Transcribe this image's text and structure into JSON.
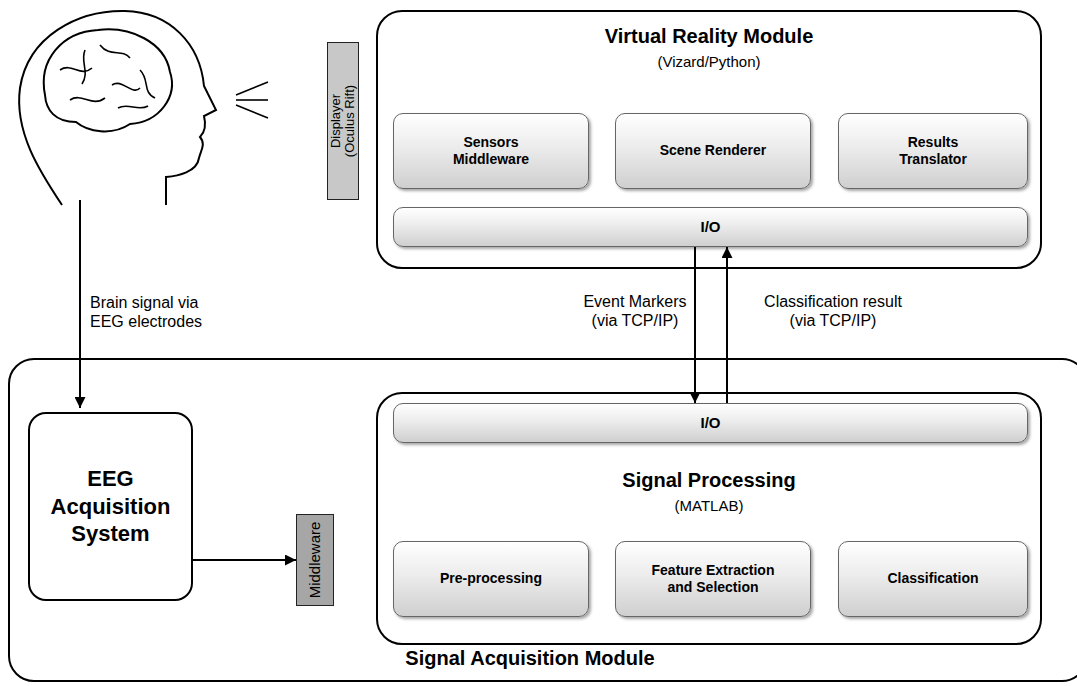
{
  "diagram": {
    "nodes": [
      {
        "text": [
          "Virtual Reality Module",
          "(Vizard/Python)"
        ]
      },
      {
        "text": [
          "Sensors Middleware"
        ],
        "in": 0
      },
      {
        "text": [
          "Scene Renderer"
        ],
        "in": 0
      },
      {
        "text": [
          "Results Translator"
        ],
        "in": 0
      },
      {
        "text": [
          "I/O"
        ],
        "in": 0
      },
      {
        "text": [
          "Displayer (Oculus Rift)"
        ]
      },
      {
        "text": [
          "Signal Acquisition Module"
        ]
      },
      {
        "text": [
          "EEG Acquisition System"
        ],
        "in": 6
      },
      {
        "text": [
          "Middleware"
        ],
        "in": 6
      },
      {
        "text": [
          "Signal Processing",
          "(MATLAB)"
        ],
        "in": 6
      },
      {
        "text": [
          "I/O"
        ],
        "in": 9
      },
      {
        "text": [
          "Pre-processing"
        ],
        "in": 9
      },
      {
        "text": [
          "Feature Extraction and Selection"
        ],
        "in": 9
      },
      {
        "text": [
          "Classification"
        ],
        "in": 9
      }
    ],
    "edges": [
      {
        "from": 4,
        "to": 10,
        "arrow": "to",
        "label": "Event Markers (via TCP/IP)"
      },
      {
        "from": 10,
        "to": 4,
        "arrow": "to",
        "label": "Classification result (via TCP/IP)"
      },
      {
        "from": 7,
        "to": 8,
        "arrow": "to"
      }
    ],
    "labels": [
      "Brain signal via EEG electrodes"
    ]
  }
}
